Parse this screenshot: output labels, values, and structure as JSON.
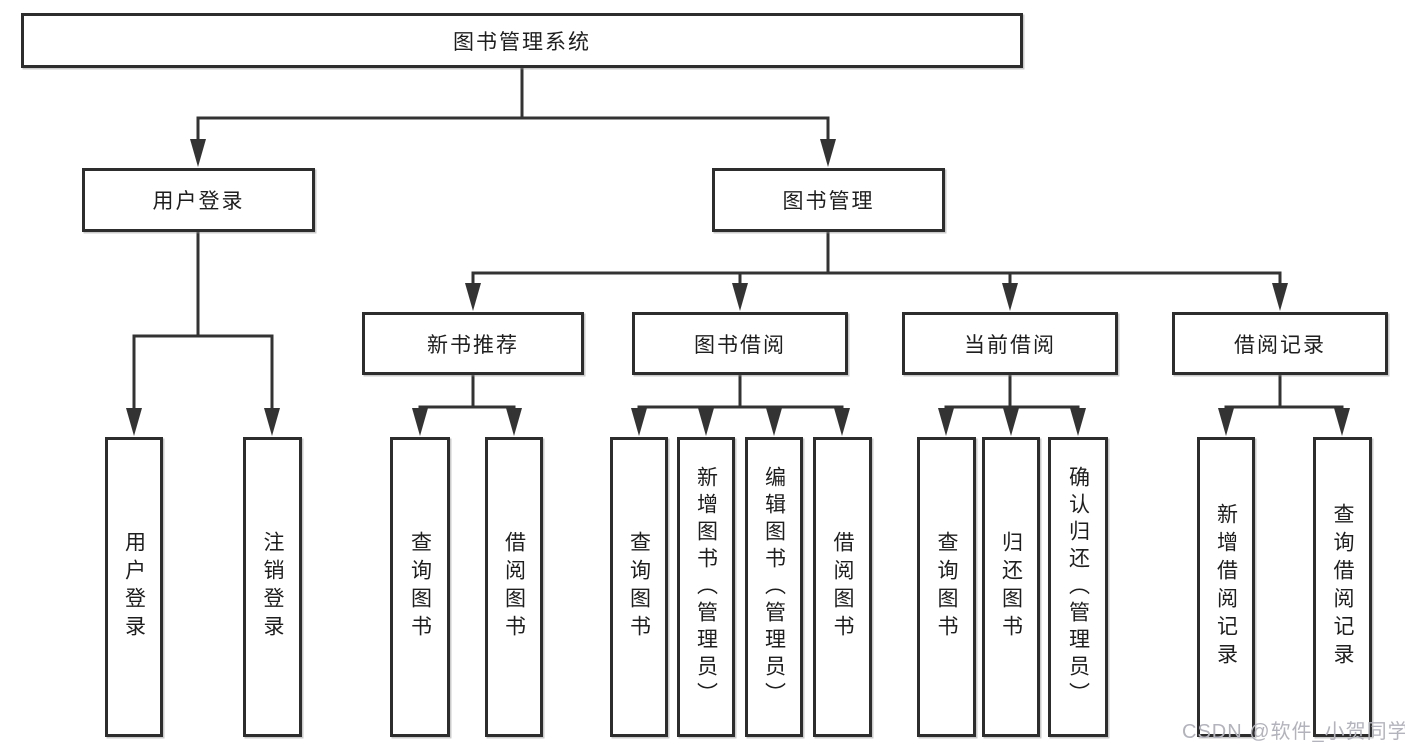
{
  "diagram": {
    "label": "图书管理系统",
    "children": [
      {
        "label": "用户登录",
        "children": [
          {
            "label": "用户登录"
          },
          {
            "label": "注销登录"
          }
        ]
      },
      {
        "label": "图书管理",
        "children": [
          {
            "label": "新书推荐",
            "children": [
              {
                "label": "查询图书"
              },
              {
                "label": "借阅图书"
              }
            ]
          },
          {
            "label": "图书借阅",
            "children": [
              {
                "label": "查询图书"
              },
              {
                "label": "新增图书（管理员）"
              },
              {
                "label": "编辑图书（管理员）"
              },
              {
                "label": "借阅图书"
              }
            ]
          },
          {
            "label": "当前借阅",
            "children": [
              {
                "label": "查询图书"
              },
              {
                "label": "归还图书"
              },
              {
                "label": "确认归还（管理员）"
              }
            ]
          },
          {
            "label": "借阅记录",
            "children": [
              {
                "label": "新增借阅记录"
              },
              {
                "label": "查询借阅记录"
              }
            ]
          }
        ]
      }
    ]
  },
  "watermark": {
    "text": "CSDN @软件_小贺同学"
  },
  "colors": {
    "line": "#333333",
    "box_border": "#2d2d2d",
    "text": "#1e1e1e",
    "background": "#ffffff",
    "watermark": "#b3b3bd"
  }
}
